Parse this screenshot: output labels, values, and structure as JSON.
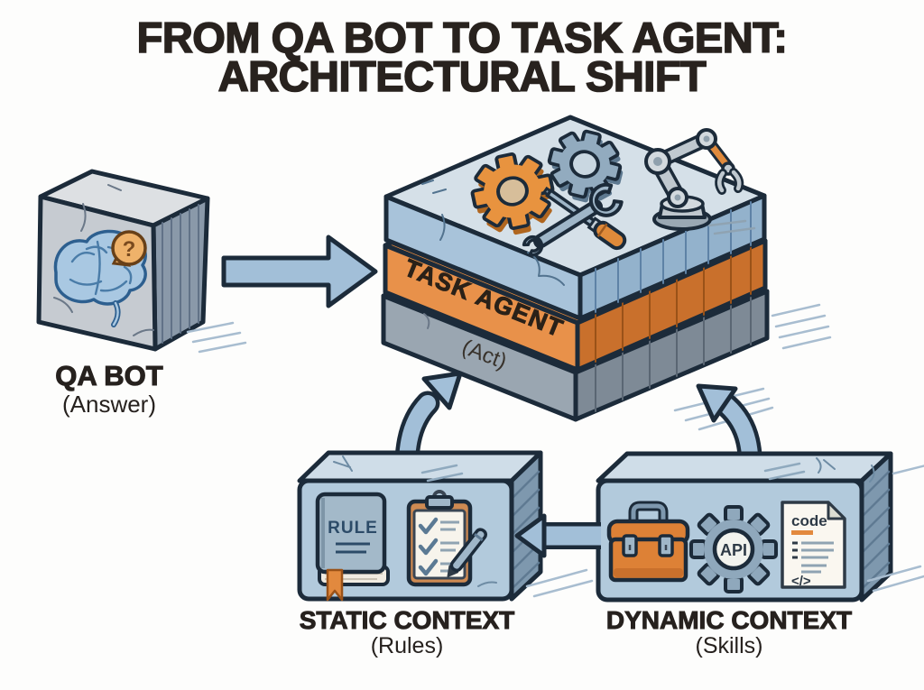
{
  "title": {
    "line1": "FROM QA BOT TO TASK AGENT:",
    "line2": "ARCHITECTURAL SHIFT"
  },
  "qa_bot": {
    "label": "QA BOT",
    "sublabel": "(Answer)",
    "bubble_symbol": "?"
  },
  "task_agent_stack": {
    "middle_layer_label": "TASK AGENT",
    "bottom_layer_label": "(Act)"
  },
  "static_context": {
    "label": "STATIC CONTEXT",
    "sublabel": "(Rules)",
    "book_title": "RULE"
  },
  "dynamic_context": {
    "label": "DYNAMIC CONTEXT",
    "sublabel": "(Skills)",
    "gear_label": "API",
    "file_title": "code",
    "file_code_symbol": "</>"
  },
  "palette": {
    "background": "#FDFDFC",
    "outline": "#1C2B3A",
    "title_text": "#28221E",
    "accent_orange": "#E2893E",
    "slab_blue": "#A8C3DA",
    "slab_top_blue": "#D5E0E8",
    "slab_gray": "#9AA6B1",
    "box_blue": "#B2CADC",
    "arrow_blue": "#A2BFD8",
    "brain_blue": "#A9C8E2",
    "bubble_orange": "#EFB26A"
  }
}
